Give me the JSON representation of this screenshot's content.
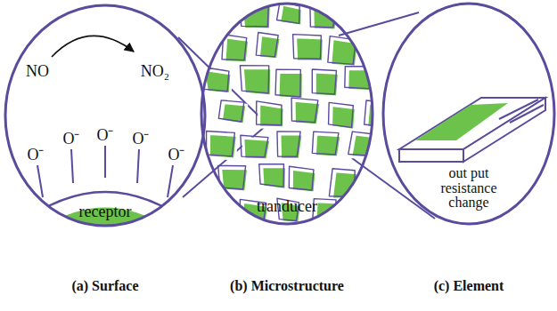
{
  "diagram": {
    "labels": [
      "NO",
      "NO₂",
      "O⁻",
      "O⁻",
      "O⁻",
      "O⁻",
      "O⁻",
      "receptor",
      "tranducer",
      "out put resistance change",
      "(a) Surface",
      "(b) Microstructure",
      "(c) Element"
    ]
  }
}
